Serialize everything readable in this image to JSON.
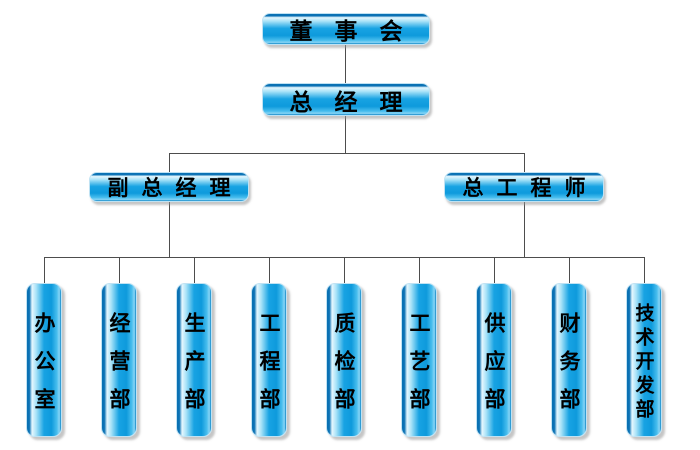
{
  "diagram": {
    "type": "org-chart",
    "background": "#ffffff",
    "node_fill": "#129fe1",
    "node_edge_dark": "#0a71b4",
    "node_highlight": "#d9f3fd",
    "connector_color": "#4d4d4d",
    "text_color": "#000000",
    "nodes": {
      "board": {
        "label": "董事会"
      },
      "general_manager": {
        "label": "总经理"
      },
      "deputy_general_manager": {
        "label": "副总经理"
      },
      "chief_engineer": {
        "label": "总工程师"
      },
      "departments": [
        {
          "label": "办公室"
        },
        {
          "label": "经营部"
        },
        {
          "label": "生产部"
        },
        {
          "label": "工程部"
        },
        {
          "label": "质检部"
        },
        {
          "label": "工艺部"
        },
        {
          "label": "供应部"
        },
        {
          "label": "财务部"
        },
        {
          "label": "技术开发部"
        }
      ]
    }
  }
}
